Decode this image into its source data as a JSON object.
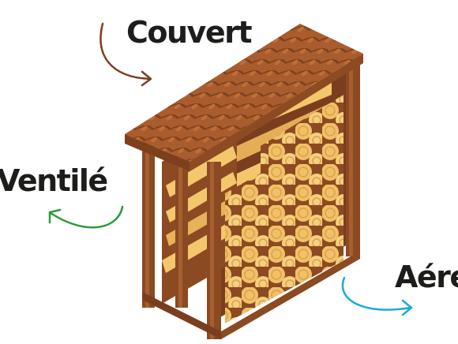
{
  "labels": {
    "couvert": "Couvert",
    "ventile": "Ventilé",
    "aere": "Aéré"
  },
  "colors": {
    "couvert_arrow": "#7a3e24",
    "ventile_arrow": "#2e9b3a",
    "aere_arrow": "#1ea8dc",
    "wood_frame": "#8a4a22",
    "roof": "#a55a2c",
    "log_light": "#f3c46e",
    "log_dark": "#7b3f1f"
  }
}
